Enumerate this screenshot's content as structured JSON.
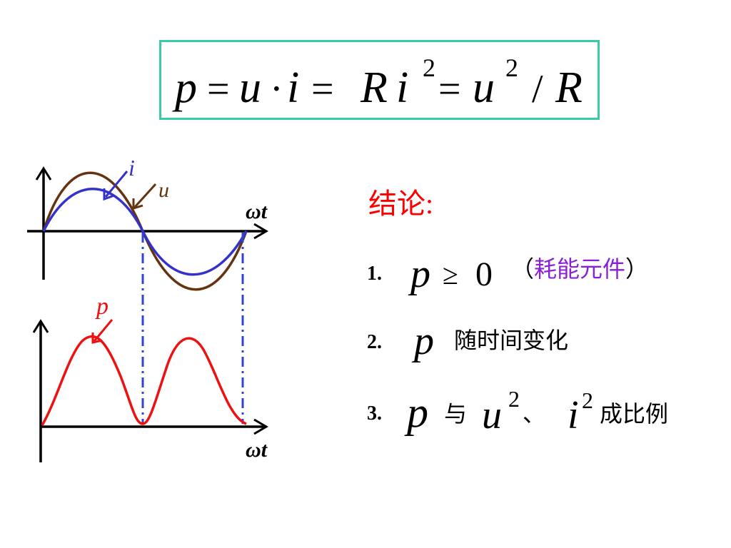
{
  "formula": {
    "p": "p",
    "eq": "=",
    "u": "u",
    "dot": "·",
    "i": "i",
    "R": "R",
    "sup2": "2",
    "slash": "/"
  },
  "graph_top": {
    "label_i": "i",
    "label_u": "u",
    "axis_label": "ωt"
  },
  "graph_bottom": {
    "label_p": "p",
    "axis_label": "ωt"
  },
  "conclusion": {
    "heading": "结论:",
    "item1": {
      "num": "1.",
      "var": "p",
      "op": "≥",
      "zero": "0",
      "paren_open": "（",
      "note": "耗能元件",
      "paren_close": "）"
    },
    "item2": {
      "num": "2.",
      "var": "p",
      "text": "随时间变化"
    },
    "item3": {
      "num": "3.",
      "var": "p",
      "with": "与",
      "u": "u",
      "sup": "2",
      "sep": "、",
      "i": "i",
      "sup_i": "2",
      "text": "成比例"
    }
  },
  "colors": {
    "current": "#3333cc",
    "voltage": "#663311",
    "power": "#ee1111",
    "dash": "#3344cc",
    "heading": "#ff0000",
    "note": "#8a1fd6",
    "border": "#3cc9a8"
  }
}
